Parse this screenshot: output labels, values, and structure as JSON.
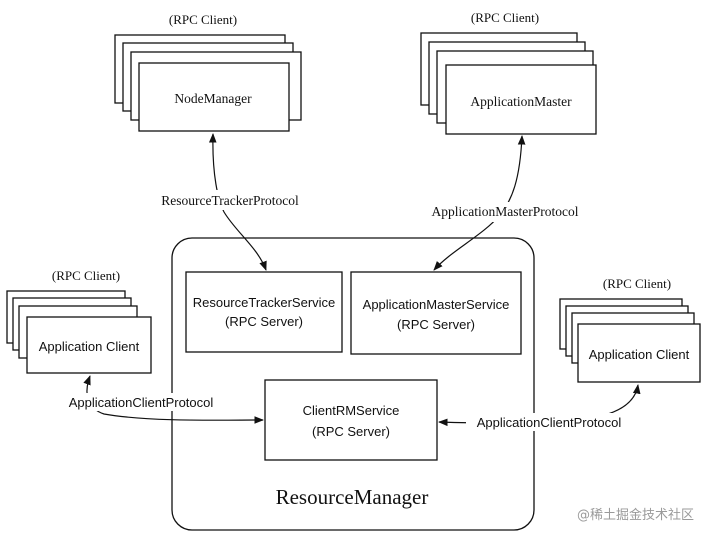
{
  "diagram": {
    "node_manager": {
      "stack_label": "(RPC Client)",
      "label": "NodeManager"
    },
    "application_master": {
      "stack_label": "(RPC Client)",
      "label": "ApplicationMaster"
    },
    "left_client": {
      "stack_label": "(RPC Client)",
      "label": "Application Client"
    },
    "right_client": {
      "stack_label": "(RPC Client)",
      "label": "Application Client"
    },
    "resource_manager": {
      "label": "ResourceManager",
      "services": {
        "resource_tracker": {
          "name": "ResourceTrackerService",
          "role": "(RPC Server)"
        },
        "application_master": {
          "name": "ApplicationMasterService",
          "role": "(RPC Server)"
        },
        "client_rm": {
          "name": "ClientRMService",
          "role": "(RPC Server)"
        }
      }
    },
    "protocols": {
      "resource_tracker": "ResourceTrackerProtocol",
      "application_master": "ApplicationMasterProtocol",
      "application_client_left": "ApplicationClientProtocol",
      "application_client_right": "ApplicationClientProtocol"
    },
    "watermark": "@稀土掘金技术社区"
  }
}
